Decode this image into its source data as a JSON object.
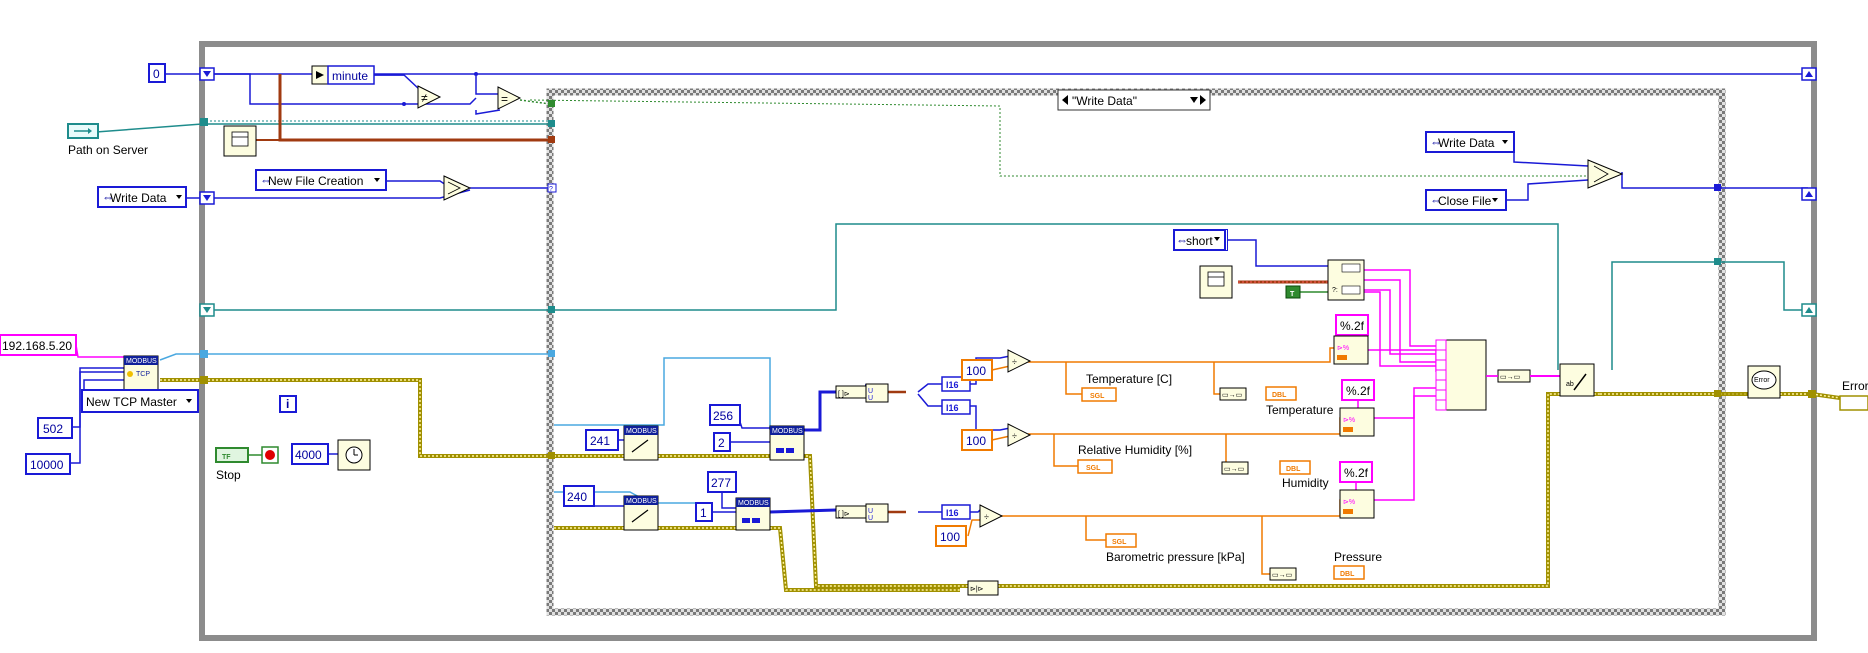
{
  "constants": {
    "zero": "0",
    "ip": "192.168.5.20",
    "port": "502",
    "timeout": "10000",
    "wait_ms": "4000",
    "addr_241": "241",
    "addr_256": "256",
    "count_2": "2",
    "addr_240": "240",
    "addr_277": "277",
    "count_1": "1",
    "div_100_temp": "100",
    "div_100_hum": "100",
    "div_100_press": "100",
    "fmt_temp": "%.2f",
    "fmt_hum": "%.2f",
    "fmt_press": "%.2f",
    "bool_true": "T"
  },
  "enums": {
    "minute": "minute",
    "write_data_left": "Write Data",
    "new_file_creation": "New File Creation",
    "new_tcp_master": "New TCP Master",
    "write_data_right": "Write Data",
    "close_file": "Close File",
    "short": "short"
  },
  "labels": {
    "path_on_server": "Path on Server",
    "stop": "Stop",
    "temperature_c": "Temperature [C]",
    "temperature": "Temperature",
    "relative_humidity": "Relative Humidity [%]",
    "humidity": "Humidity",
    "barometric_pressure": "Barometric pressure [kPa]",
    "pressure": "Pressure",
    "error_out": "Error"
  },
  "case_selector": "\"Write Data\"",
  "node_text": {
    "modbus": "MODBUS",
    "tcp": "TCP",
    "iter": "i",
    "tf": "TF",
    "i16": "I16",
    "sgl": "SGL",
    "dbl": "DBL",
    "error_glyph": "Error"
  },
  "colors": {
    "int_wire": "#1a1ad6",
    "path_wire": "#1e8c8c",
    "error_wire": "#a09000",
    "float_wire": "#f07a00",
    "string_wire": "#ff00ff",
    "refnum_wire": "#a03a10",
    "frame_gray": "#8c8c8c"
  }
}
